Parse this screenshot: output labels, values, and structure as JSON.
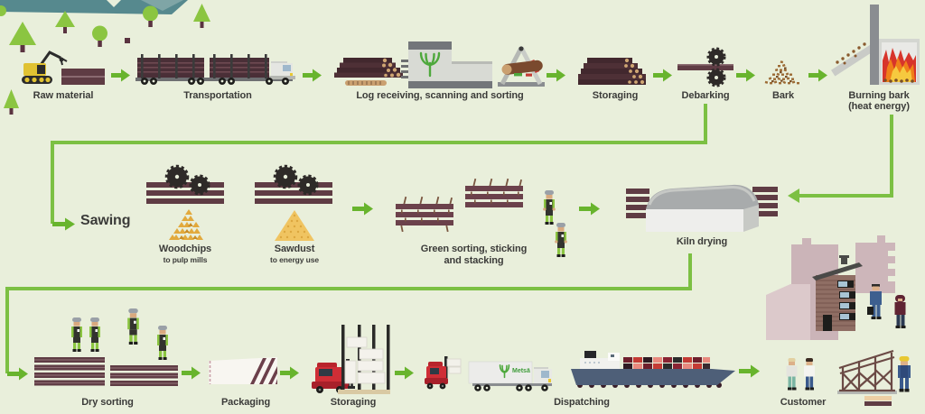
{
  "stages": {
    "raw_material": {
      "label": "Raw material"
    },
    "transportation": {
      "label": "Transportation"
    },
    "log_receiving": {
      "label": "Log receiving, scanning and sorting"
    },
    "storaging_logs": {
      "label": "Storaging"
    },
    "debarking": {
      "label": "Debarking"
    },
    "bark": {
      "label": "Bark"
    },
    "burning_bark": {
      "line1": "Burning bark",
      "line2": "(heat energy)"
    },
    "sawing": {
      "label": "Sawing"
    },
    "woodchips": {
      "label": "Woodchips",
      "sublabel": "to pulp mills"
    },
    "sawdust": {
      "label": "Sawdust",
      "sublabel": "to energy use"
    },
    "green_sorting": {
      "line1": "Green sorting, sticking",
      "line2": "and stacking"
    },
    "kiln_drying": {
      "label": "Kiln drying"
    },
    "dry_sorting": {
      "label": "Dry sorting"
    },
    "packaging": {
      "label": "Packaging"
    },
    "storaging_packages": {
      "label": "Storaging"
    },
    "dispatching": {
      "label": "Dispatching"
    },
    "customer": {
      "label": "Customer"
    }
  },
  "branding": {
    "truck_logo_text": "Metsä"
  },
  "colors": {
    "background": "#e9efdb",
    "arrow_green": "#68b42d",
    "connector_green": "#7cc043",
    "text": "#3b3b39",
    "wood_maroon": "#5f3c44",
    "teal_forest": "#56898e",
    "tree_green": "#8bc541",
    "brand_green": "#4ea83c",
    "machine_red": "#cf2e36"
  }
}
